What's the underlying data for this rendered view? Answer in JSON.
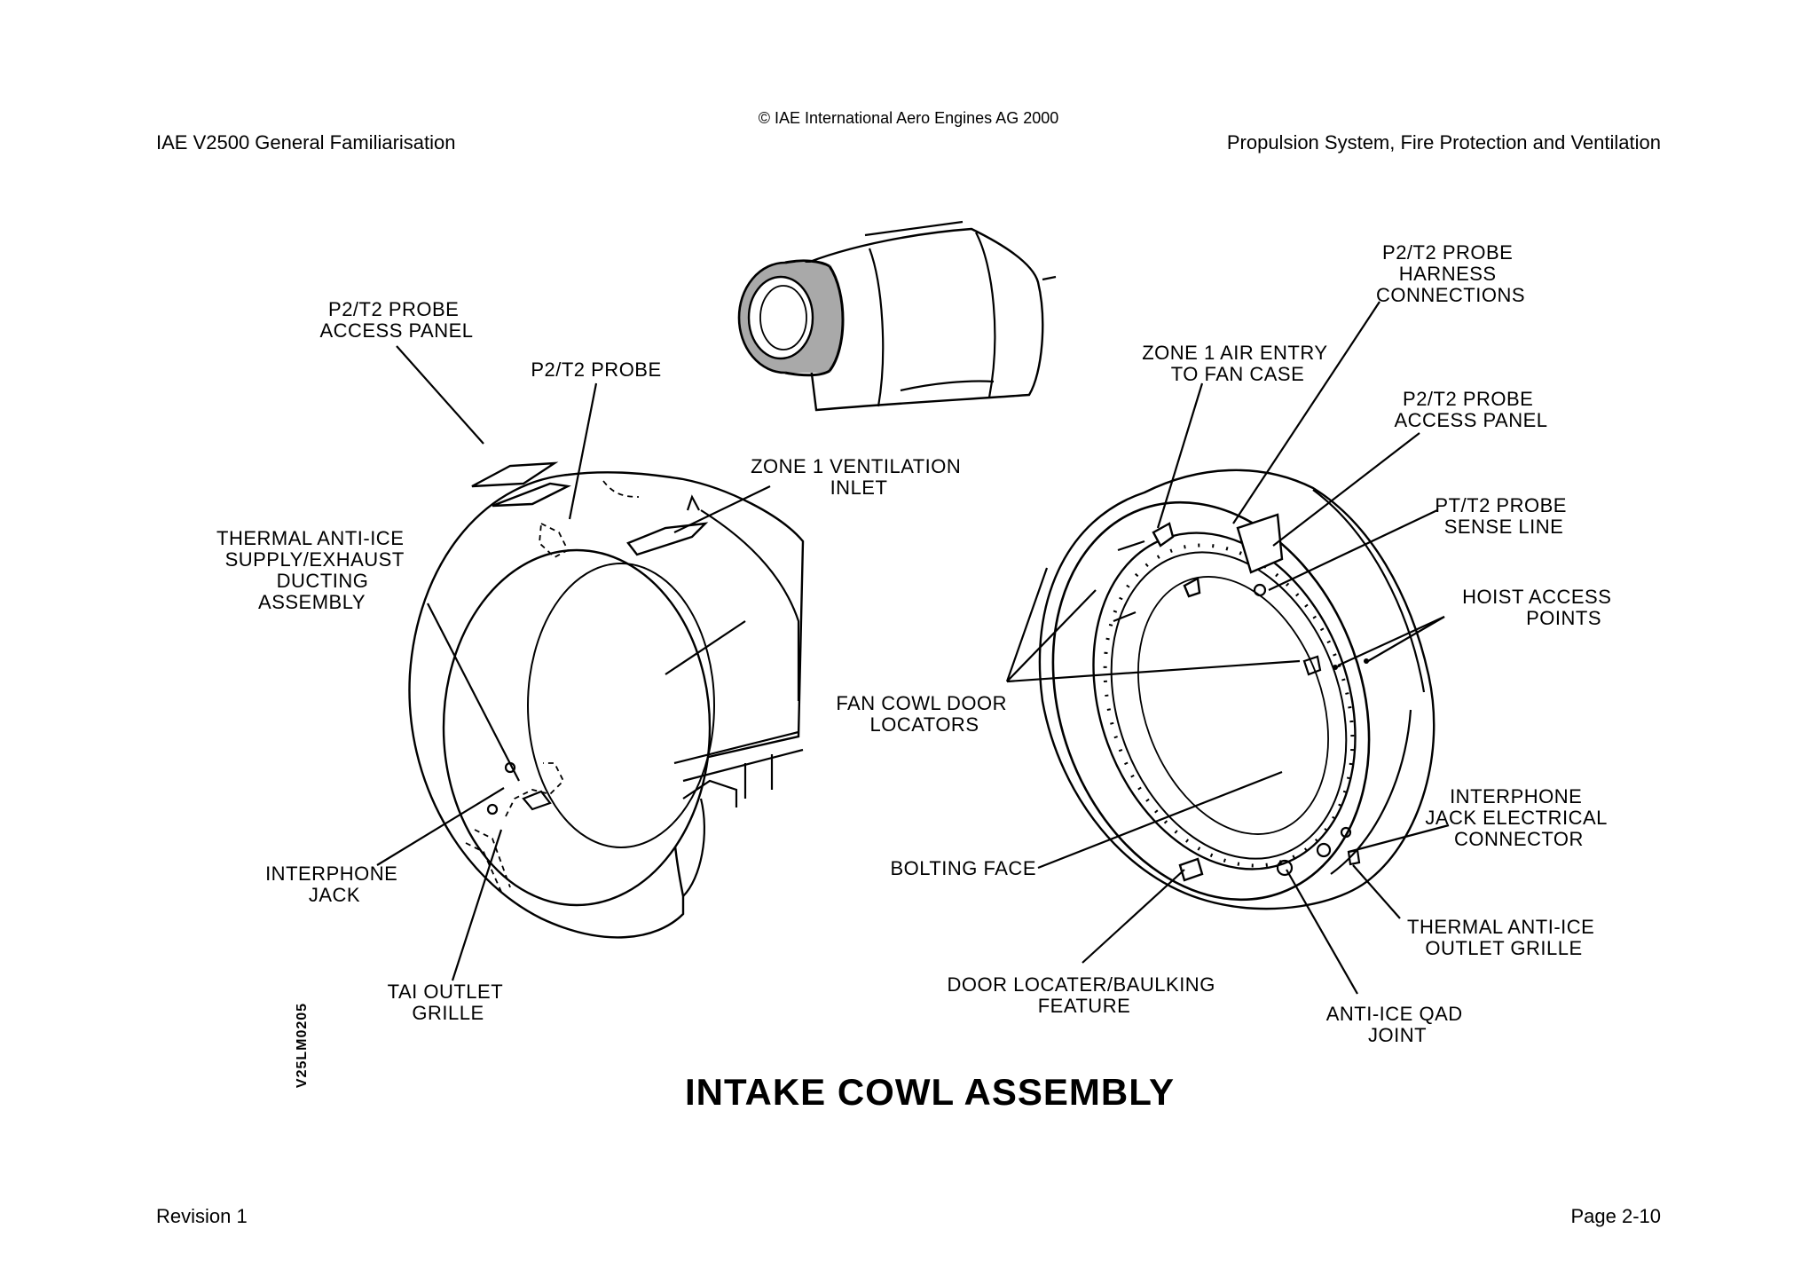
{
  "header": {
    "copyright": "© IAE International Aero Engines AG 2000",
    "doc_title": "IAE V2500 General Familiarisation",
    "chapter": "Propulsion System, Fire Protection and Ventilation"
  },
  "footer": {
    "revision": "Revision 1",
    "page": "Page 2-10"
  },
  "figure": {
    "title": "INTAKE COWL ASSEMBLY",
    "code": "V25LM0205",
    "labels": {
      "p2t2_access_panel_left": [
        "P2/T2 PROBE",
        "ACCESS PANEL"
      ],
      "p2t2_probe": [
        "P2/T2 PROBE"
      ],
      "zone1_vent_inlet": [
        "ZONE 1 VENTILATION",
        "INLET"
      ],
      "tai_ducting": [
        "THERMAL ANTI-ICE",
        "SUPPLY/EXHAUST",
        "DUCTING",
        "ASSEMBLY"
      ],
      "interphone_jack": [
        "INTERPHONE",
        "JACK"
      ],
      "tai_outlet_grille": [
        "TAI OUTLET",
        "GRILLE"
      ],
      "p2t2_harness": [
        "P2/T2 PROBE",
        "HARNESS",
        "CONNECTIONS"
      ],
      "zone1_air_entry": [
        "ZONE 1 AIR ENTRY",
        "TO FAN CASE"
      ],
      "p2t2_access_panel_right": [
        "P2/T2 PROBE",
        "ACCESS PANEL"
      ],
      "pt_t2_sense_line": [
        "PT/T2 PROBE",
        "SENSE LINE"
      ],
      "hoist_access": [
        "HOIST ACCESS",
        "POINTS"
      ],
      "fan_cowl_locators": [
        "FAN COWL DOOR",
        "LOCATORS"
      ],
      "interphone_connector": [
        "INTERPHONE",
        "JACK ELECTRICAL",
        "CONNECTOR"
      ],
      "bolting_face": [
        "BOLTING FACE"
      ],
      "thermal_outlet_grille": [
        "THERMAL ANTI-ICE",
        "OUTLET GRILLE"
      ],
      "door_locater": [
        "DOOR LOCATER/BAULKING",
        "FEATURE"
      ],
      "anti_ice_qad": [
        "ANTI-ICE QAD",
        "JOINT"
      ]
    }
  }
}
